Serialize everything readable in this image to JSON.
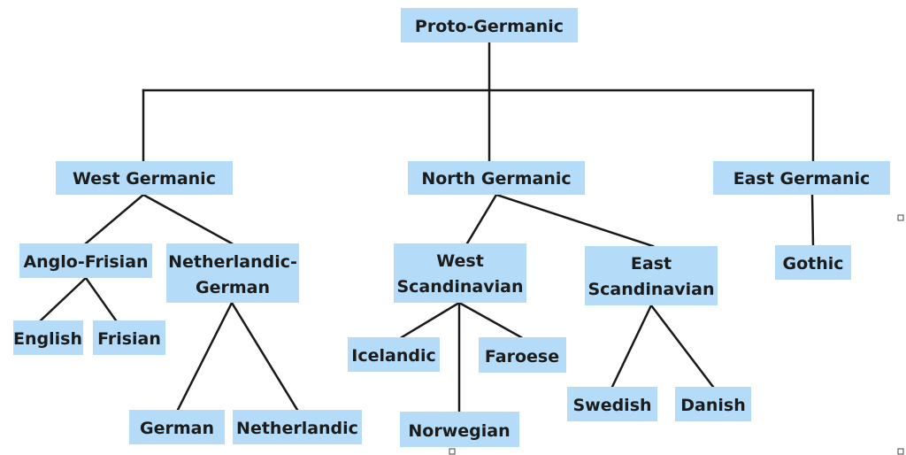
{
  "diagram": {
    "type": "tree",
    "nodes": {
      "proto": [
        "Proto-Germanic"
      ],
      "west": [
        "West Germanic"
      ],
      "north": [
        "North Germanic"
      ],
      "east": [
        "East Germanic"
      ],
      "anglo": [
        "Anglo-Frisian"
      ],
      "nethger": [
        "Netherlandic-",
        "German"
      ],
      "westscan": [
        "West",
        "Scandinavian"
      ],
      "eastscan": [
        "East",
        "Scandinavian"
      ],
      "gothic": [
        "Gothic"
      ],
      "english": [
        "English"
      ],
      "frisian": [
        "Frisian"
      ],
      "german": [
        "German"
      ],
      "netherlandic": [
        "Netherlandic"
      ],
      "icelandic": [
        "Icelandic"
      ],
      "faroese": [
        "Faroese"
      ],
      "norwegian": [
        "Norwegian"
      ],
      "swedish": [
        "Swedish"
      ],
      "danish": [
        "Danish"
      ]
    },
    "edges": [
      [
        "proto",
        "west"
      ],
      [
        "proto",
        "north"
      ],
      [
        "proto",
        "east"
      ],
      [
        "west",
        "anglo"
      ],
      [
        "west",
        "nethger"
      ],
      [
        "anglo",
        "english"
      ],
      [
        "anglo",
        "frisian"
      ],
      [
        "nethger",
        "german"
      ],
      [
        "nethger",
        "netherlandic"
      ],
      [
        "north",
        "westscan"
      ],
      [
        "north",
        "eastscan"
      ],
      [
        "westscan",
        "icelandic"
      ],
      [
        "westscan",
        "faroese"
      ],
      [
        "westscan",
        "norwegian"
      ],
      [
        "eastscan",
        "swedish"
      ],
      [
        "eastscan",
        "danish"
      ],
      [
        "east",
        "gothic"
      ]
    ],
    "colors": {
      "box_fill": "#b4dcf8",
      "text": "#1c1c1c",
      "line": "#1a1a1a"
    }
  }
}
